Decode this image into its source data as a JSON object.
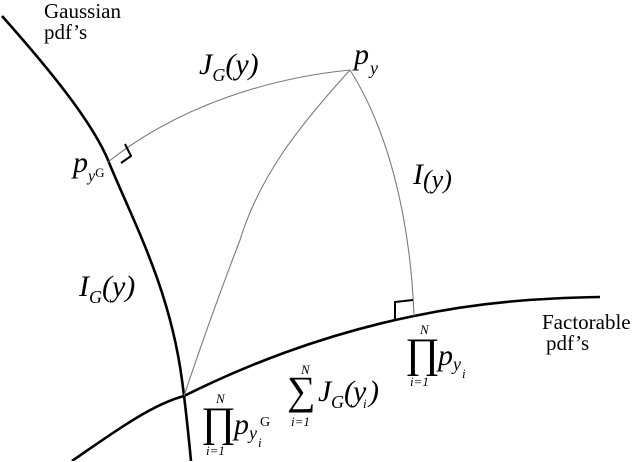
{
  "diagram": {
    "type": "information-geometry-projection",
    "manifolds": {
      "gaussian": {
        "label_line1": "Gaussian",
        "label_line2": "pdf’s"
      },
      "factorable": {
        "label_line1": "Factorable",
        "label_line2": "pdf’s"
      }
    },
    "points": {
      "p_y": {
        "base": "p",
        "sub": "y"
      },
      "p_yG": {
        "base": "p",
        "sub": "y",
        "sub2": "G"
      },
      "prod_p_yi": {
        "op": "∏",
        "upper": "N",
        "lower": "i=1",
        "base": "p",
        "sub": "y",
        "subsub": "i"
      },
      "prod_p_yiG": {
        "op": "∏",
        "upper": "N",
        "lower": "i=1",
        "base": "p",
        "sub": "y",
        "subsub": "i",
        "sup": "G"
      }
    },
    "distances": {
      "J_G_y": {
        "base": "J",
        "sub": "G",
        "arg": "(y)"
      },
      "I_y": {
        "base": "I",
        "arg": "(y)"
      },
      "I_G_y": {
        "base": "I",
        "sub": "G",
        "arg": "(y)"
      },
      "sum_J_G_yi": {
        "op": "∑",
        "upper": "N",
        "lower": "i=1",
        "base": "J",
        "sub": "G",
        "arg_open": "(",
        "arg_var": "y",
        "arg_sub": "i",
        "arg_close": ")"
      }
    },
    "colors": {
      "manifold_stroke": "#000000",
      "geodesic_stroke": "#7a7a7a",
      "background": "#ffffff"
    }
  }
}
